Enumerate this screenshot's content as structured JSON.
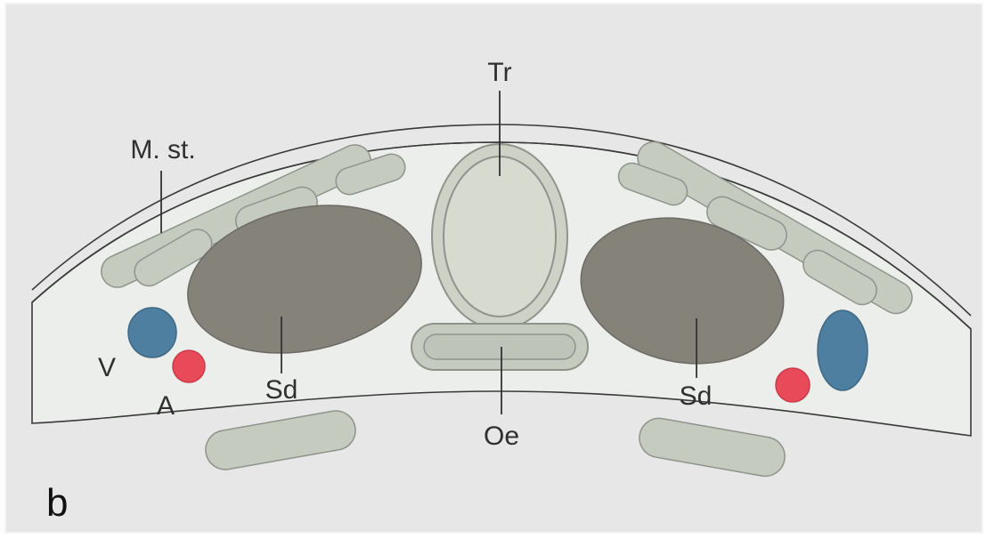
{
  "figure": {
    "panel_label": "b",
    "labels": {
      "trachea": "Tr",
      "oesophagus": "Oe",
      "muscle": "M. st.",
      "vein": "V",
      "artery": "A",
      "gland_left": "Sd",
      "gland_right": "Sd"
    },
    "colors": {
      "background": "#e7e7e7",
      "neck_fill": "#eceeec",
      "outline": "#3a3a3a",
      "muscle_fill": "#c6cbc0",
      "muscle_stroke": "#8f948a",
      "gland_fill": "#85827a",
      "trachea_fill": "#cdd1c6",
      "vein_fill": "#4f7fa0",
      "artery_fill": "#e84a5a"
    }
  }
}
